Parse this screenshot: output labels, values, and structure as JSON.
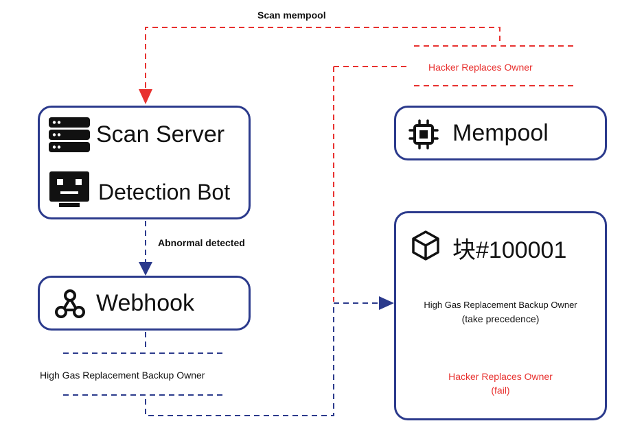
{
  "diagram": {
    "edge_labels": {
      "scan_mempool": "Scan mempool",
      "abnormal_detected": "Abnormal detected"
    },
    "nodes": {
      "scan_server": {
        "label": "Scan Server",
        "icon": "server-icon"
      },
      "detection_bot": {
        "label": "Detection Bot",
        "icon": "robot-icon"
      },
      "webhook": {
        "label": "Webhook",
        "icon": "webhook-icon"
      },
      "mempool": {
        "label": "Mempool",
        "icon": "chip-icon"
      },
      "block": {
        "label": "块#100001",
        "icon": "cube-icon",
        "tx_backup": "High Gas Replacement Backup Owner",
        "tx_backup_note": "(take precedence)",
        "tx_hacker": "Hacker Replaces Owner",
        "tx_hacker_note": "(fail)"
      }
    },
    "pending": {
      "hacker_tx": "Hacker Replaces Owner",
      "backup_tx": "High Gas Replacement Backup Owner"
    },
    "colors": {
      "blue": "#2b3a8c",
      "red": "#e8312f",
      "text": "#111111"
    }
  }
}
